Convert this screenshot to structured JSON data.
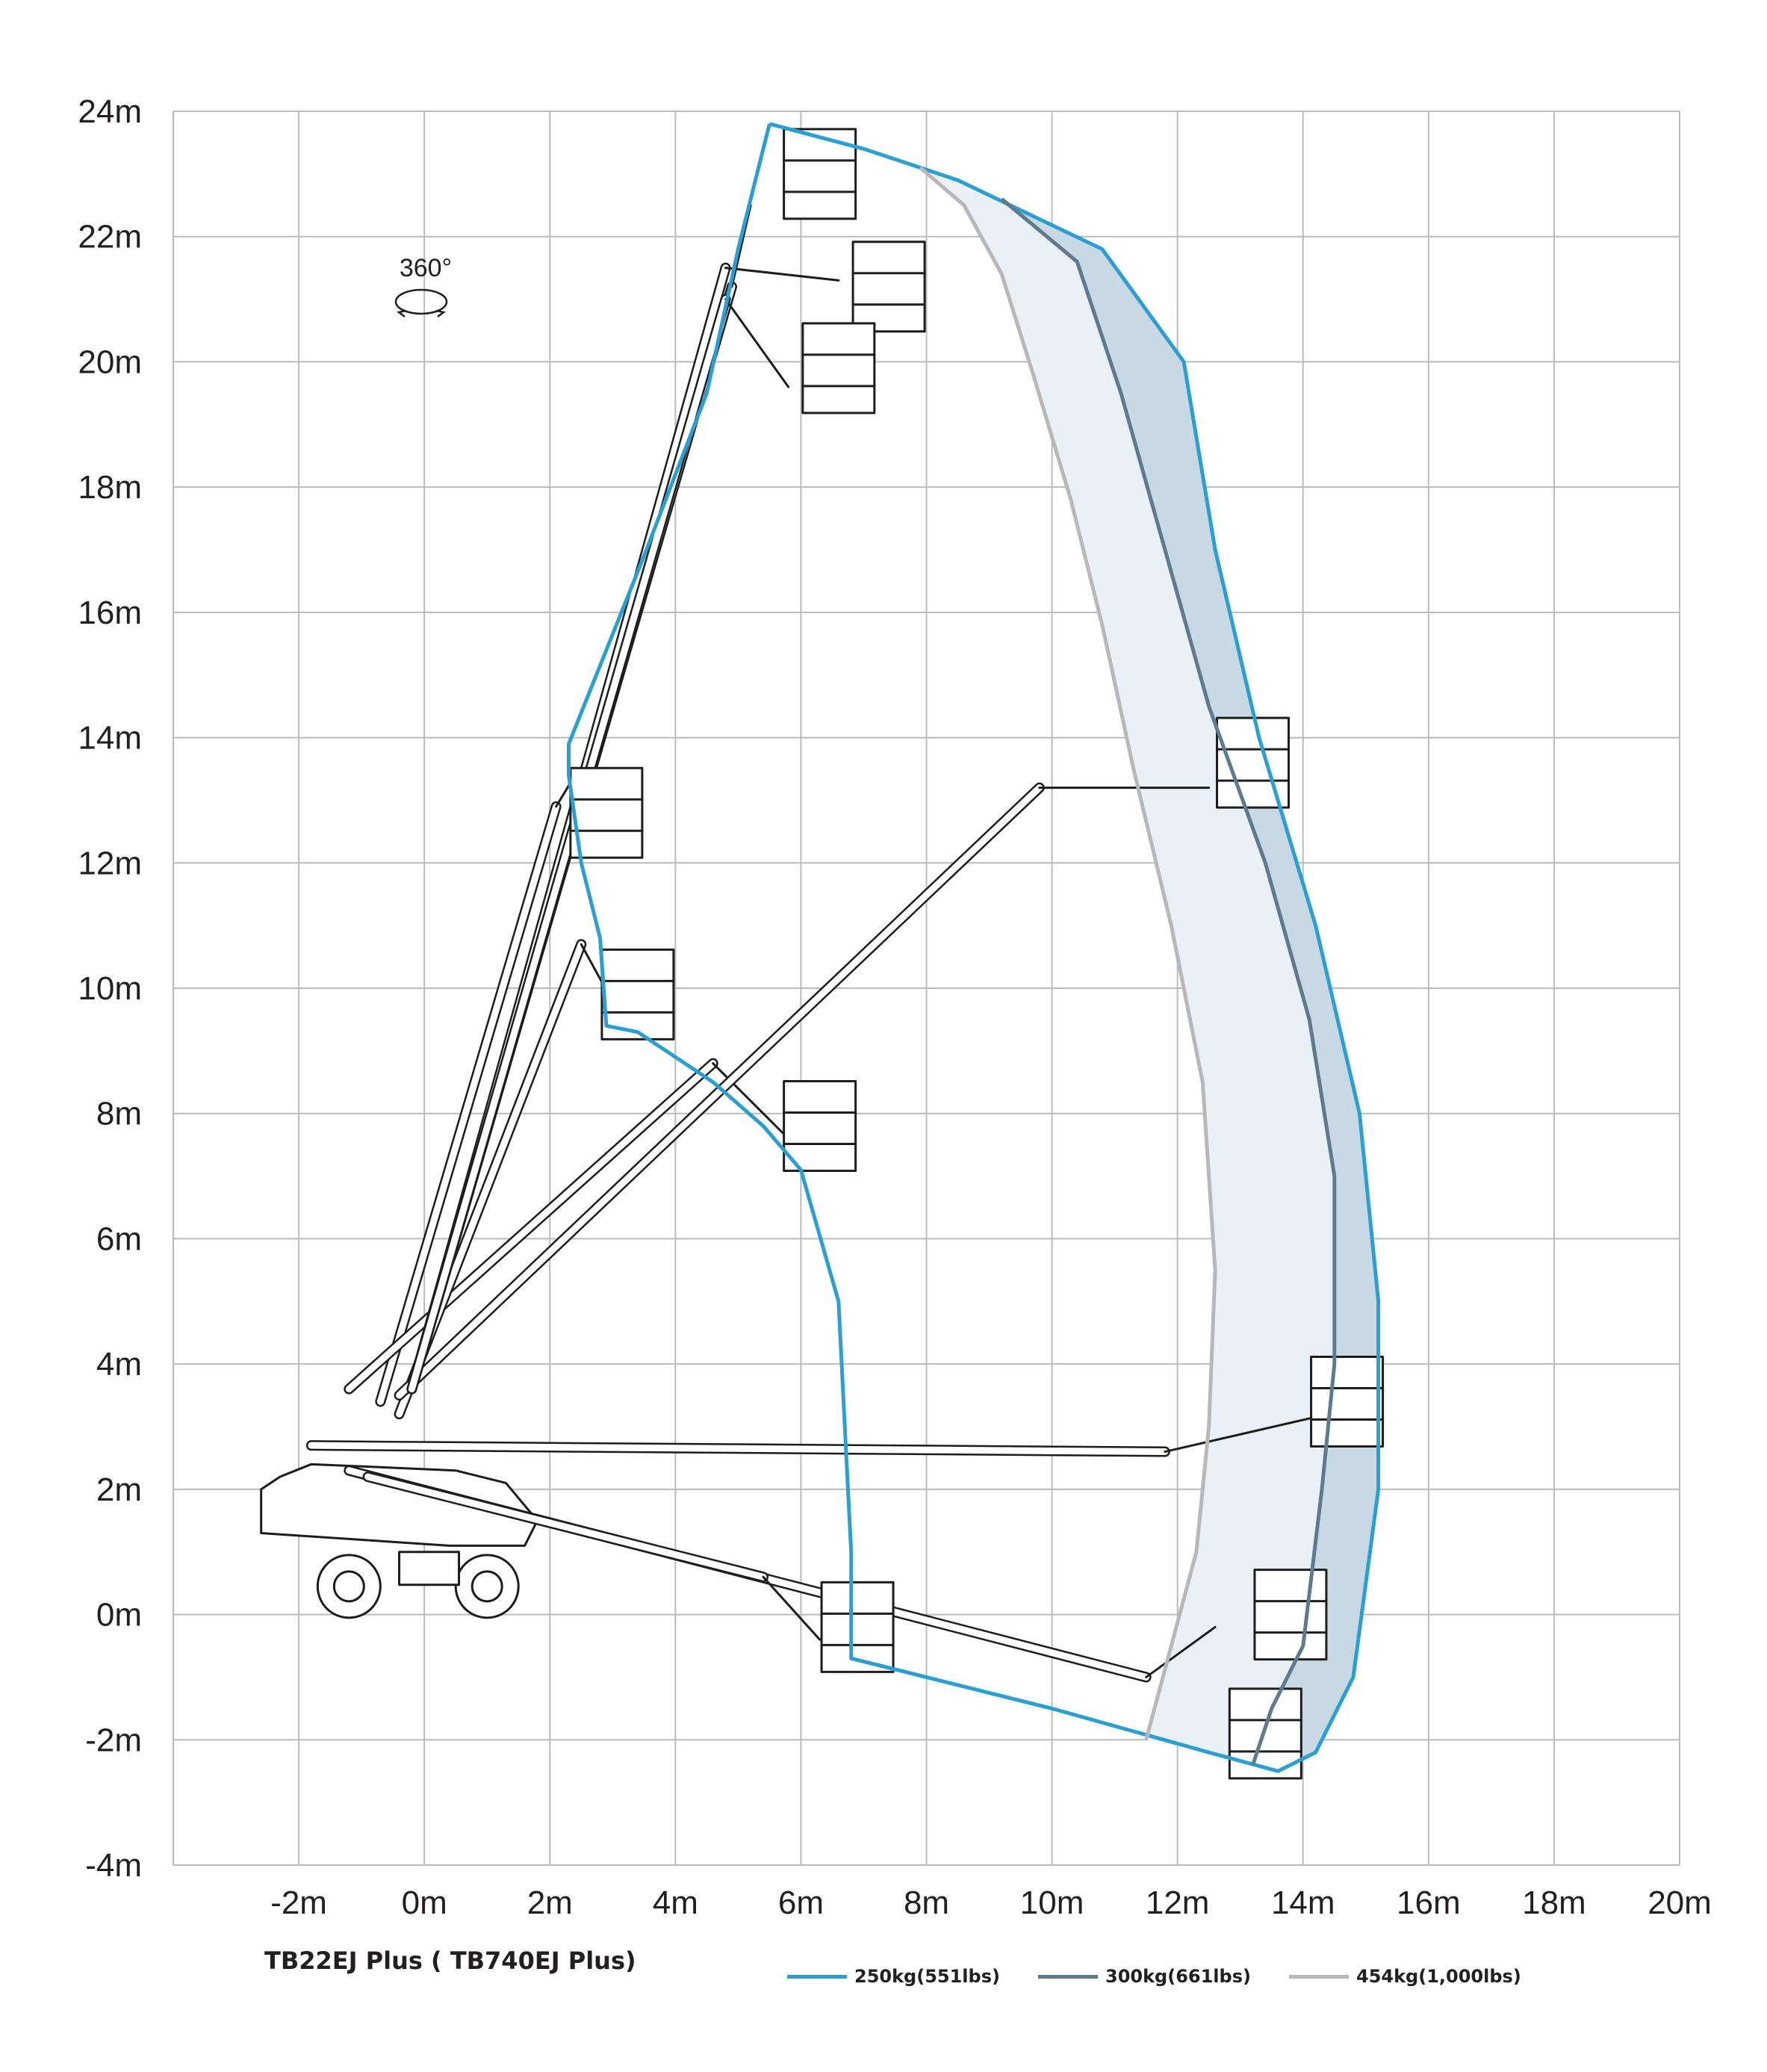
{
  "chart_data": {
    "type": "area",
    "title": "TB22EJ Plus ( TB740EJ Plus)",
    "xlabel": "",
    "ylabel": "",
    "xlim": [
      -4,
      20
    ],
    "ylim": [
      -4,
      24
    ],
    "grid": true,
    "x_ticks": [
      "-2m",
      "0m",
      "2m",
      "4m",
      "6m",
      "8m",
      "10m",
      "12m",
      "14m",
      "16m",
      "18m",
      "20m"
    ],
    "y_ticks": [
      "24m",
      "22m",
      "20m",
      "18m",
      "16m",
      "14m",
      "12m",
      "10m",
      "8m",
      "6m",
      "4m",
      "2m",
      "0m",
      "-2m",
      "-4m"
    ],
    "rotation_label": "360°",
    "legend_position": "bottom",
    "series": [
      {
        "name": "250kg(551lbs)",
        "color": "#2a9fd6",
        "points": [
          [
            5.5,
            23.8
          ],
          [
            7.0,
            23.4
          ],
          [
            8.5,
            22.9
          ],
          [
            10.8,
            21.8
          ],
          [
            12.1,
            20.0
          ],
          [
            12.6,
            17.0
          ],
          [
            13.3,
            14.0
          ],
          [
            14.2,
            11.0
          ],
          [
            14.9,
            8.0
          ],
          [
            15.2,
            5.0
          ],
          [
            15.2,
            2.0
          ],
          [
            14.8,
            -1.0
          ],
          [
            14.2,
            -2.2
          ],
          [
            13.6,
            -2.5
          ],
          [
            12.5,
            -2.2
          ],
          [
            10.0,
            -1.5
          ],
          [
            6.8,
            -0.7
          ],
          [
            6.8,
            1.0
          ],
          [
            6.7,
            3.0
          ],
          [
            6.6,
            5.0
          ],
          [
            6.0,
            7.1
          ],
          [
            5.4,
            7.8
          ],
          [
            4.6,
            8.5
          ],
          [
            3.4,
            9.3
          ],
          [
            2.9,
            9.4
          ],
          [
            2.8,
            10.8
          ],
          [
            2.5,
            12.0
          ],
          [
            2.3,
            13.4
          ],
          [
            2.3,
            13.9
          ],
          [
            3.5,
            16.9
          ],
          [
            4.5,
            19.5
          ],
          [
            5.0,
            21.8
          ],
          [
            5.5,
            23.8
          ]
        ]
      },
      {
        "name": "300kg(661lbs)",
        "color": "#5d7a8f",
        "points": [
          [
            9.2,
            22.6
          ],
          [
            10.4,
            21.6
          ],
          [
            11.1,
            19.5
          ],
          [
            11.8,
            17.0
          ],
          [
            12.5,
            14.5
          ],
          [
            13.4,
            12.0
          ],
          [
            14.1,
            9.5
          ],
          [
            14.5,
            7.0
          ],
          [
            14.5,
            4.0
          ],
          [
            14.3,
            2.0
          ],
          [
            14.0,
            -0.5
          ],
          [
            13.5,
            -1.5
          ],
          [
            13.2,
            -2.4
          ]
        ]
      },
      {
        "name": "454kg(1,000lbs)",
        "color": "#b8b8b8",
        "points": [
          [
            7.9,
            23.1
          ],
          [
            8.6,
            22.5
          ],
          [
            9.2,
            21.4
          ],
          [
            9.7,
            19.8
          ],
          [
            10.3,
            17.8
          ],
          [
            10.8,
            15.8
          ],
          [
            11.3,
            13.5
          ],
          [
            11.9,
            11.0
          ],
          [
            12.4,
            8.5
          ],
          [
            12.6,
            5.5
          ],
          [
            12.5,
            3.0
          ],
          [
            12.3,
            1.0
          ],
          [
            11.9,
            -0.5
          ],
          [
            11.5,
            -2.0
          ]
        ]
      }
    ]
  }
}
